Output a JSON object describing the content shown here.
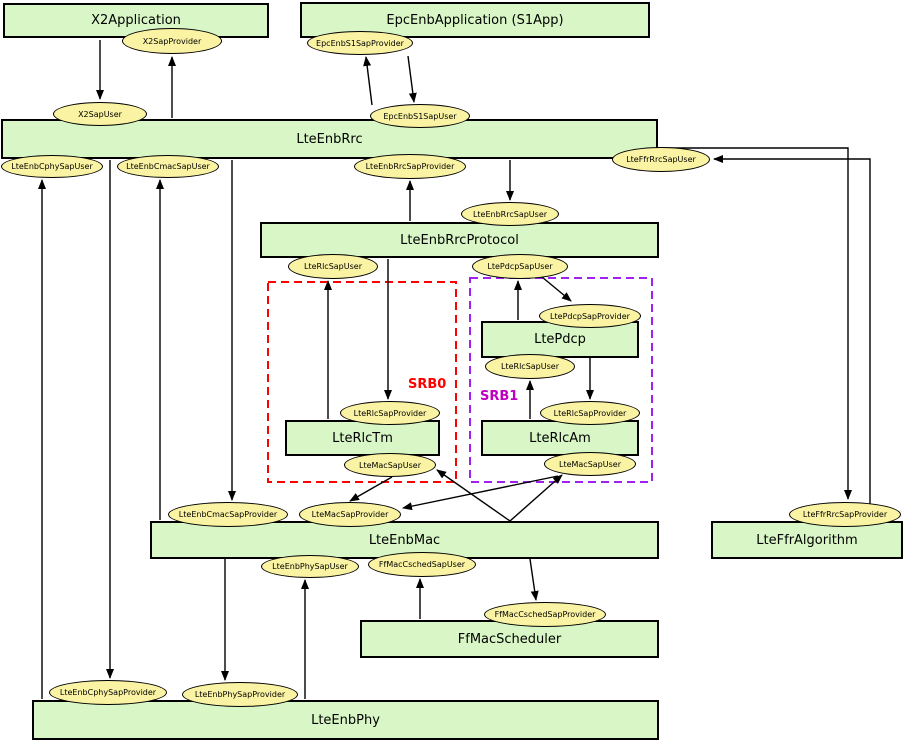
{
  "diagram": {
    "boxes": {
      "x2_application": "X2Application",
      "epc_enb_application": "EpcEnbApplication (S1App)",
      "lte_enb_rrc": "LteEnbRrc",
      "lte_enb_rrc_protocol": "LteEnbRrcProtocol",
      "lte_pdcp": "LtePdcp",
      "lte_rlc_tm": "LteRlcTm",
      "lte_rlc_am": "LteRlcAm",
      "lte_enb_mac": "LteEnbMac",
      "lte_ffr_algorithm": "LteFfrAlgorithm",
      "ff_mac_scheduler": "FfMacScheduler",
      "lte_enb_phy": "LteEnbPhy"
    },
    "saps": {
      "x2_sap_provider": "X2SapProvider",
      "x2_sap_user": "X2SapUser",
      "epc_enb_s1_sap_provider": "EpcEnbS1SapProvider",
      "epc_enb_s1_sap_user": "EpcEnbS1SapUser",
      "lte_enb_cphy_sap_user": "LteEnbCphySapUser",
      "lte_enb_cmac_sap_user": "LteEnbCmacSapUser",
      "lte_enb_rrc_sap_provider": "LteEnbRrcSapProvider",
      "lte_ffr_rrc_sap_user": "LteFfrRrcSapUser",
      "lte_enb_rrc_sap_user": "LteEnbRrcSapUser",
      "lte_rlc_sap_user_rrcprotocol": "LteRlcSapUser",
      "lte_pdcp_sap_user": "LtePdcpSapUser",
      "lte_pdcp_sap_provider": "LtePdcpSapProvider",
      "lte_rlc_sap_user_pdcp": "LteRlcSapUser",
      "lte_rlc_sap_provider_tm": "LteRlcSapProvider",
      "lte_rlc_sap_provider_am": "LteRlcSapProvider",
      "lte_mac_sap_user_tm": "LteMacSapUser",
      "lte_mac_sap_user_am": "LteMacSapUser",
      "lte_enb_cmac_sap_provider": "LteEnbCmacSapProvider",
      "lte_mac_sap_provider": "LteMacSapProvider",
      "lte_enb_phy_sap_user": "LteEnbPhySapUser",
      "ff_mac_csched_sap_user": "FfMacCschedSapUser",
      "ff_mac_csched_sap_provider": "FfMacCschedSapProvider",
      "lte_ffr_rrc_sap_provider": "LteFfrRrcSapProvider",
      "lte_enb_cphy_sap_provider": "LteEnbCphySapProvider",
      "lte_enb_phy_sap_provider": "LteEnbPhySapProvider"
    },
    "regions": {
      "srb0": "SRB0",
      "srb1": "SRB1"
    },
    "colors": {
      "box_fill": "#d9f7c6",
      "ellipse_fill": "#faf3a3",
      "srb0_color": "#ff0000",
      "srb1_color": "#a020f0",
      "srb1_label_color": "#c000c0"
    }
  }
}
